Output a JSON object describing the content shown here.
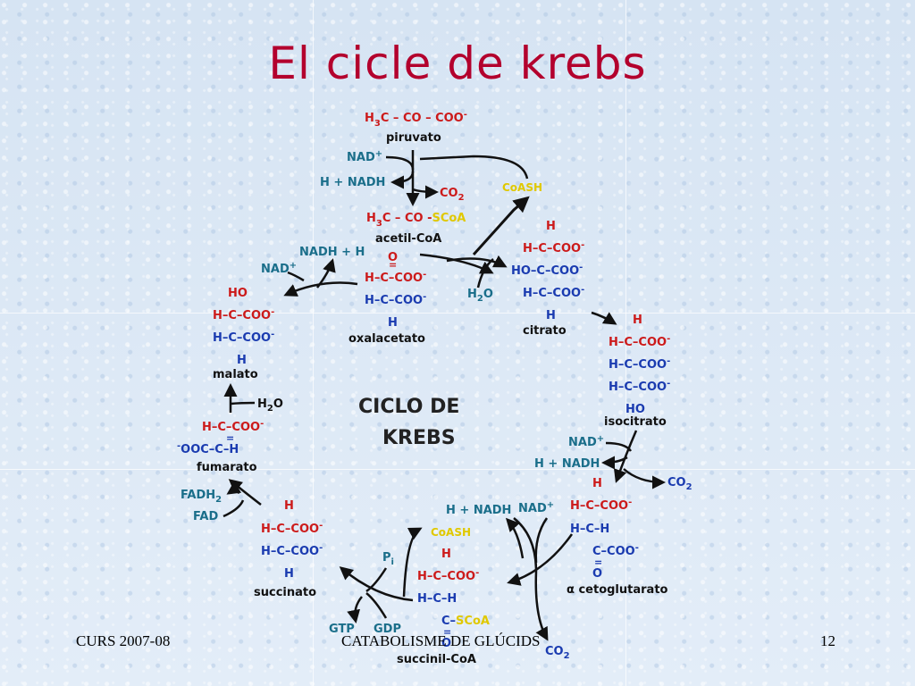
{
  "slide": {
    "title": "El cicle de krebs",
    "footer_left": "CURS 2007-08",
    "footer_center": "CATABOLISME DE GLÚCIDS",
    "footer_right": "12"
  },
  "diagram": {
    "center_line1": "CICLO DE",
    "center_line2": "KREBS",
    "piruvato": {
      "formula_a": "H",
      "formula_b": "3",
      "formula_c": "C – CO – COO",
      "charge": "-",
      "name": "piruvato"
    },
    "nad_top": "NAD",
    "nad_top_sup": "+",
    "h_nadh_top": "H + NADH",
    "co2_top": "CO",
    "co2_top_sub": "2",
    "coash_top": "CoASH",
    "acetil": {
      "a": "H",
      "b": "3",
      "c": "C – CO -",
      "d": "SCoA",
      "name": "acetil-CoA"
    },
    "nadh_h": "NADH + H",
    "nad_left": "NAD",
    "nad_left_sup": "+",
    "oxalacetato": {
      "o": "O",
      "r1": "H–C–COO",
      "r2": "H–C–COO",
      "h": "H",
      "name": "oxalacetato"
    },
    "h2o_mid": "H",
    "h2o_mid_sub": "2",
    "h2o_mid_o": "O",
    "citrato": {
      "h": "H",
      "r1": "H–C–COO",
      "r2": "HO–C–COO",
      "r3": "H–C–COO",
      "h2": "H",
      "name": "citrato"
    },
    "malato": {
      "ho": "HO",
      "r1": "H–C–COO",
      "r2": "H–C–COO",
      "h": "H",
      "name": "malato"
    },
    "h2o_left": "H",
    "h2o_left_sub": "2",
    "h2o_left_o": "O",
    "isocitrato": {
      "h": "H",
      "r1": "H–C–COO",
      "r2": "H–C–COO",
      "r3": "H–C–COO",
      "ho": "HO",
      "name": "isocitrato"
    },
    "fumarato": {
      "r1": "H–C–COO",
      "eq": "=",
      "r2": "OOC–C–H",
      "name": "fumarato"
    },
    "nad_right": "NAD",
    "nad_right_sup": "+",
    "h_nadh_right": "H + NADH",
    "co2_right": "CO",
    "co2_right_sub": "2",
    "fadh2": "FADH",
    "fadh2_sub": "2",
    "fad": "FAD",
    "succinato": {
      "h": "H",
      "r1": "H–C–COO",
      "r2": "H–C–COO",
      "h2": "H",
      "name": "succinato"
    },
    "h_nadh_bottom": "H + NADH",
    "nad_bottom": "NAD",
    "nad_bottom_sup": "+",
    "coash_bottom": "CoASH",
    "pi": "P",
    "pi_sub": "i",
    "cetoglutarato": {
      "h": "H",
      "r1": "H–C–COO",
      "r2": "H–C–H",
      "r3": "C–COO",
      "o": "O",
      "name": "α cetoglutarato"
    },
    "succinil": {
      "h": "H",
      "r1": "H–C–COO",
      "r2": "H–C–H",
      "r3": "C–",
      "scoa": "SCoA",
      "o": "O",
      "name": "succinil-CoA"
    },
    "gtp": "GTP",
    "gdp": "GDP",
    "co2_bottom": "CO",
    "co2_bottom_sub": "2",
    "minus": "-"
  },
  "colors": {
    "title": "#b3002d",
    "red": "#cc1a1a",
    "blue": "#1a3bb0",
    "teal": "#1a6e8a",
    "yellow": "#e0c800",
    "black": "#111111"
  }
}
